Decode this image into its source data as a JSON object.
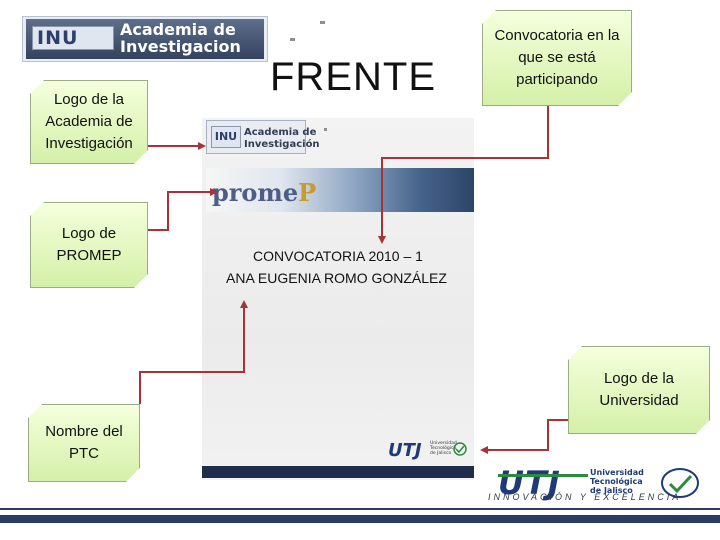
{
  "top_logo": {
    "mark": "INU",
    "line1": "Academia de",
    "line2": "Investigacion"
  },
  "heading": "FRENTE",
  "callouts": {
    "academia": "Logo de la Academia de Investigación",
    "promep": "Logo de PROMEP",
    "nombre": "Nombre del PTC",
    "convocatoria": "Convocatoria en la que se está participando",
    "universidad": "Logo de la Universidad"
  },
  "poster": {
    "logo_mark": "INU",
    "logo_line1": "Academia de",
    "logo_line2": "Investigación",
    "promep_word_main": "prome",
    "promep_word_accent": "P",
    "convocatoria": "CONVOCATORIA 2010 – 1",
    "nombre": "ANA EUGENIA ROMO GONZÁLEZ"
  },
  "university": {
    "name": "UTJ",
    "full_name_line1": "Universidad",
    "full_name_line2": "Tecnológica",
    "full_name_line3": "de Jalisco",
    "tagline": "INNOVACIÓN Y EXCELENCIA"
  },
  "colors": {
    "callout_fill": "#d4f0a8",
    "arrow": "#a6333a",
    "navy": "#2a3c63"
  }
}
